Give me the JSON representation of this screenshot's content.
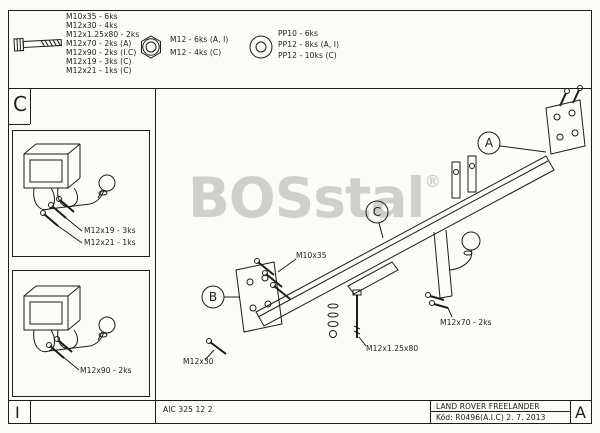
{
  "legend": {
    "bolt": {
      "items": [
        "M10x35 - 6ks",
        "M12x30 - 4ks",
        "M12x1.25x80 - 2ks",
        "M12x70 - 2ks (A)",
        "M12x90 - 2ks (I.C)",
        "M12x19 - 3ks (C)",
        "M12x21 - 1ks (C)"
      ]
    },
    "nut": {
      "items": [
        "M12 - 6ks (A, I)",
        "M12 - 4ks (C)"
      ]
    },
    "washer": {
      "items": [
        "PP10 - 6ks",
        "PP12 - 8ks (A, I)",
        "PP12 - 10ks (C)"
      ]
    }
  },
  "frame": {
    "section_c": "C",
    "section_i": "I",
    "section_a": "A"
  },
  "detail_top": {
    "label1": "M12x19 - 3ks",
    "label2": "M12x21 - 1ks"
  },
  "detail_bottom": {
    "label1": "M12x90 - 2ks"
  },
  "main": {
    "callout_a": "A",
    "callout_b": "B",
    "callout_c": "C",
    "label_m10x35": "M10x35",
    "label_m12x30": "M12x30",
    "label_m12x125x80": "M12x1.25x80",
    "label_m12x70": "M12x70 - 2ks",
    "watermark": "BOSstal",
    "watermark_reg": "®"
  },
  "title_block": {
    "doc_ref": "AIC 325 12 2",
    "vehicle": "LAND ROVER FREELANDER",
    "code": "Kód: R0496(A.I.C)  2. 7. 2013"
  }
}
